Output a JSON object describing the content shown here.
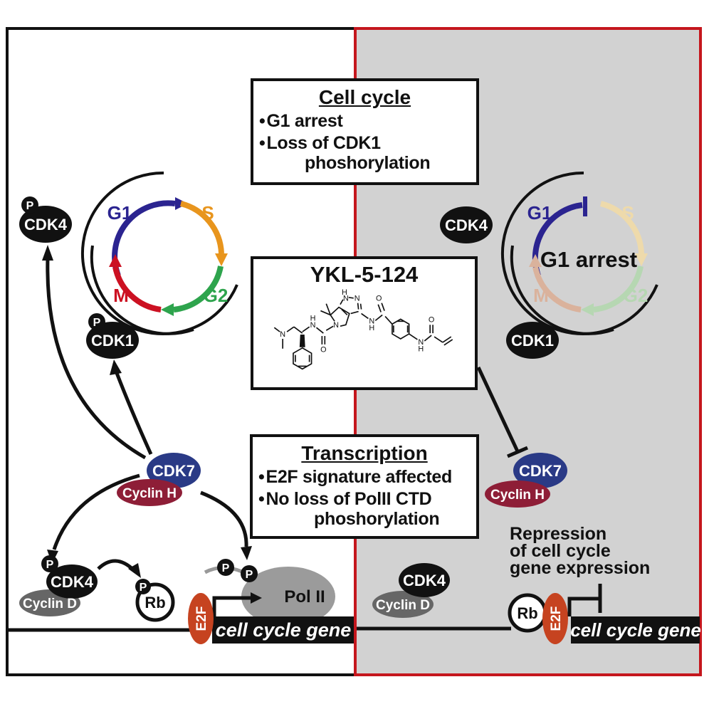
{
  "shared": {
    "p_label": "P"
  },
  "colors": {
    "divider_red": "#c5161d",
    "right_bg": "#d2d2d2",
    "g1_navy": "#2b2490",
    "s_orange": "#e8951d",
    "g2_green": "#2ea44d",
    "m_red": "#cc1122",
    "s_pale": "#eedaab",
    "g2_pale": "#b6d7b2",
    "m_pale": "#dab29c",
    "cdk7_blue": "#2a3a86",
    "cyclin_h_red": "#8e1e37",
    "e2f_orange": "#c64320",
    "cyclin_d_gray": "#666666",
    "pol2_gray": "#9b9b9b",
    "protein_black": "#111111"
  },
  "boxes": {
    "cell_cycle": {
      "title": "Cell cycle",
      "bullet1": "G1 arrest",
      "bullet2": "Loss of CDK1",
      "bullet2_cont": "phoshorylation"
    },
    "compound": {
      "title": "YKL-5-124",
      "atoms": {
        "n": "N",
        "h": "H",
        "o": "O"
      }
    },
    "transcription": {
      "title": "Transcription",
      "bullet1": "E2F signature affected",
      "bullet2": "No loss of PolII CTD",
      "bullet2_cont": "phoshorylation"
    }
  },
  "left": {
    "phases": {
      "g1": "G1",
      "s": "S",
      "g2": "G2",
      "m": "M"
    },
    "cdk4_top": "CDK4",
    "cdk1": "CDK1",
    "cdk7": "CDK7",
    "cyclin_h": "Cyclin H",
    "cdk4_bottom": "CDK4",
    "cyclin_d": "Cyclin D",
    "rb": "Rb",
    "e2f": "E2F",
    "pol2": "Pol II",
    "gene": "cell cycle gene"
  },
  "right": {
    "phases": {
      "g1": "G1",
      "s": "S",
      "g2": "G2",
      "m": "M"
    },
    "arrest": "G1 arrest",
    "cdk4_top": "CDK4",
    "cdk1": "CDK1",
    "cdk7": "CDK7",
    "cyclin_h": "Cyclin H",
    "cdk4_bottom": "CDK4",
    "cyclin_d": "Cyclin D",
    "rb": "Rb",
    "e2f": "E2F",
    "gene": "cell cycle gene",
    "repression_line1": "Repression",
    "repression_line2": "of cell cycle",
    "repression_line3": "gene expression"
  }
}
